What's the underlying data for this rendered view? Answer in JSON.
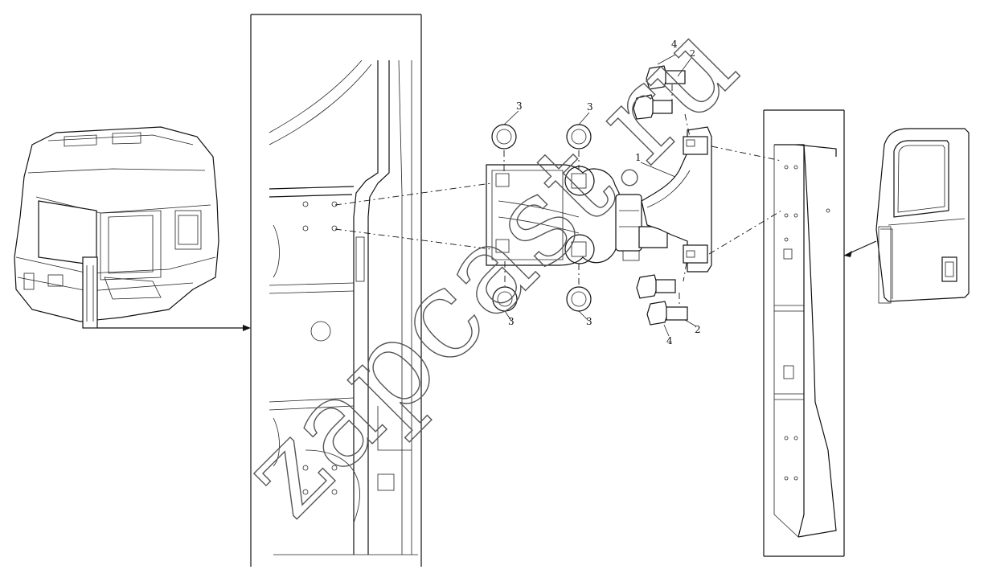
{
  "watermark": "zapcast.ru",
  "callouts": [
    {
      "id": "hinge",
      "label": "1"
    },
    {
      "id": "bolt-washer-top",
      "label": "2"
    },
    {
      "id": "bolt-washer-bottom",
      "label": "2"
    },
    {
      "id": "nut-top-left",
      "label": "3"
    },
    {
      "id": "nut-top-right",
      "label": "3"
    },
    {
      "id": "nut-bottom-left",
      "label": "3"
    },
    {
      "id": "nut-bottom-right",
      "label": "3"
    },
    {
      "id": "bolt-top",
      "label": "4"
    },
    {
      "id": "bolt-bottom",
      "label": "4"
    }
  ]
}
